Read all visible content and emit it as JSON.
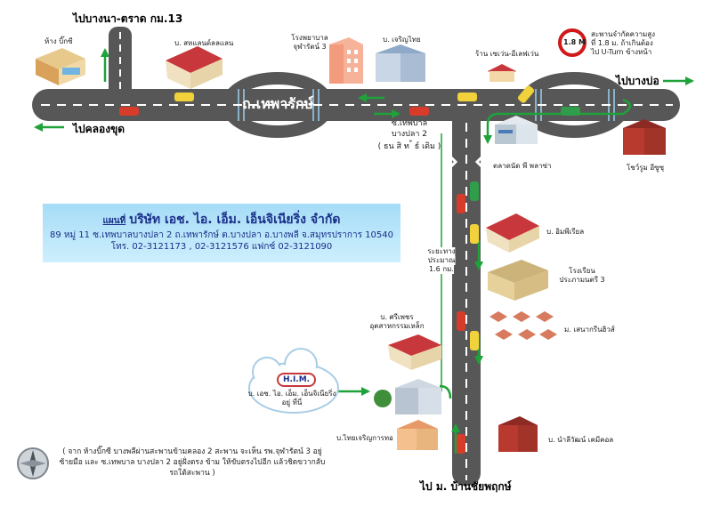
{
  "map": {
    "roads": {
      "main_road": "ถ.เทพารักษ์",
      "to_bangna_trat": "ไปบางนา-ตราด กม.13",
      "to_klong_khud": "ไปคลองขุด",
      "to_bang_bo": "ไปบางบ่อ",
      "to_ban_chai_phruek": "ไป ม. บ้านชัยพฤกษ์",
      "soi_line1": "ซ.เทพบาล",
      "soi_line2": "บางปลา 2",
      "soi_line3": "( ธน สิ ท ้ ธ์ เดิม )",
      "distance_line1": "ระยะทาง",
      "distance_line2": "ประมาณ",
      "distance_line3": "1.6 กม."
    },
    "landmarks": {
      "big_c": "ห้าง บิ๊กซี",
      "sahamit": "บ. สหแลนด์ลลแลน",
      "hospital_line1": "โรงพยาบาล",
      "hospital_line2": "จุฬารัตน์ 3",
      "charoen_thai": "บ. เจริญไทย",
      "seven_eleven": "ร้าน เซเว่น-อีเลฟเว่น",
      "height_limit_line1": "สะพานจำกัดความสูง",
      "height_limit_line2": "ที่ 1.8 ม. ถ้าเกินต้อง",
      "height_limit_line3": "ไป U-Turn ข้างหน้า",
      "height_sign": "1.8 M",
      "market": "ตลาดนัด พี พลาซ่า",
      "showroom": "โชว์รูม อีซูซุ",
      "factory_right1": "บ. อิมพีเรียล",
      "school_line1": "โรงเรียน",
      "school_line2": "ประภามนตรี 3",
      "village": "ม. เสนากรีนฮิวส์",
      "steel_line1": "บ. ศรีเพชร",
      "steel_line2": "อุตสาหกรรมเหล็ก",
      "him_logo": "H.I.M.",
      "him_bubble_line1": "บ. เอช. ไอ. เอ็ม. เอ็นจิเนียริ่ง",
      "him_bubble_line2": "อยู่ ที่นี่",
      "thai_charoen": "บ.ไทยเจริญการทอ",
      "naruwat": "บ. นำลีวัฒน์ เคมีคอล"
    },
    "info": {
      "prefix": "แผนที่",
      "company": "บริษัท เอช. ไอ. เอ็ม. เอ็นจิเนียริ่ง จำกัด",
      "address": "89 หมู่ 11 ซ.เทพบาลบางปลา 2 ถ.เทพารักษ์ ต.บางปลา อ.บางพลี จ.สมุทรปราการ 10540",
      "phone": "โทร. 02-3121173 , 02-3121576 แฟกซ์ 02-3121090"
    },
    "note": "( จาก ห้างบิ๊กซี บางพลีผ่านสะพานข้ามคลอง 2 สะพาน จะเห็น รพ.จุฬารัตน์ 3 อยู่ซ้ายมือ และ ซ.เทพบาล บางปลา 2 อยู่ฝั่งตรง ข้าม ให้ขับตรงไปอีก แล้วชิดขวากลับรถใต้สะพาน )",
    "colors": {
      "road": "#555555",
      "arrow": "#1fa23a",
      "roof": "#c7373b",
      "info_box": "#b7e5fb",
      "info_text": "#1a2f8a"
    },
    "compass_icon": "compass-icon"
  }
}
